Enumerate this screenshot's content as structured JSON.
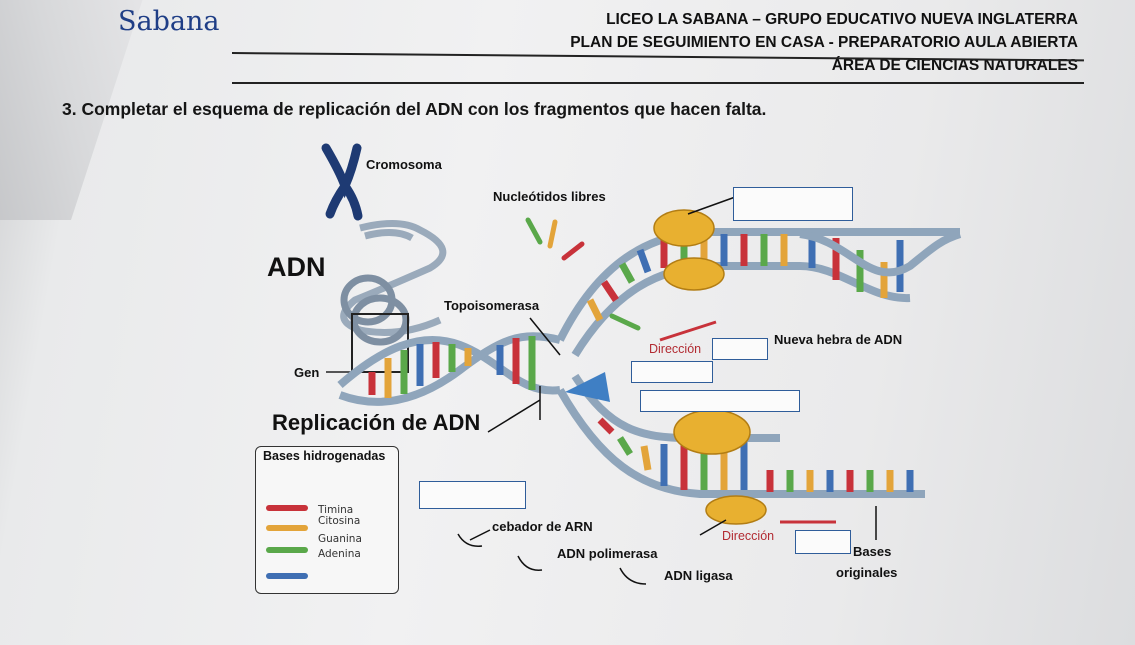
{
  "header": {
    "logo_text": "Sabana",
    "line1": "LICEO LA SABANA – GRUPO EDUCATIVO NUEVA INGLATERRA",
    "line2": "PLAN DE SEGUIMIENTO EN CASA - PREPARATORIO AULA ABIERTA",
    "line3": "ÁREA DE CIENCIAS NATURALES"
  },
  "question": {
    "text": "3. Completar el esquema de replicación del ADN con los fragmentos que hacen falta."
  },
  "diagram": {
    "labels": {
      "cromosoma": "Cromosoma",
      "nucleotidos": "Nucleótidos libres",
      "adn": "ADN",
      "topoisomerasa": "Topoisomerasa",
      "gen": "Gen",
      "nueva_hebra": "Nueva hebra de ADN",
      "direccion_top": "Dirección",
      "replicacion": "Replicación de ADN",
      "cebador": "cebador de ARN",
      "polimerasa": "ADN polimerasa",
      "ligasa": "ADN ligasa",
      "direccion_bottom": "Dirección",
      "bases_line1": "Bases",
      "bases_line2": "originales"
    },
    "legend": {
      "title": "Bases hidrogenadas",
      "items": [
        {
          "name": "Timina",
          "color": "#c8323a"
        },
        {
          "name": "Citosina",
          "color": "#e3a43a"
        },
        {
          "name": "Guanina",
          "color": "#5aa84a"
        },
        {
          "name": "Adenina",
          "color": "#3f6fb3"
        }
      ]
    },
    "colors": {
      "backbone": "#9fb7cf",
      "enzyme": "#e8b030",
      "topoisomerase": "#3f7fc4"
    }
  }
}
